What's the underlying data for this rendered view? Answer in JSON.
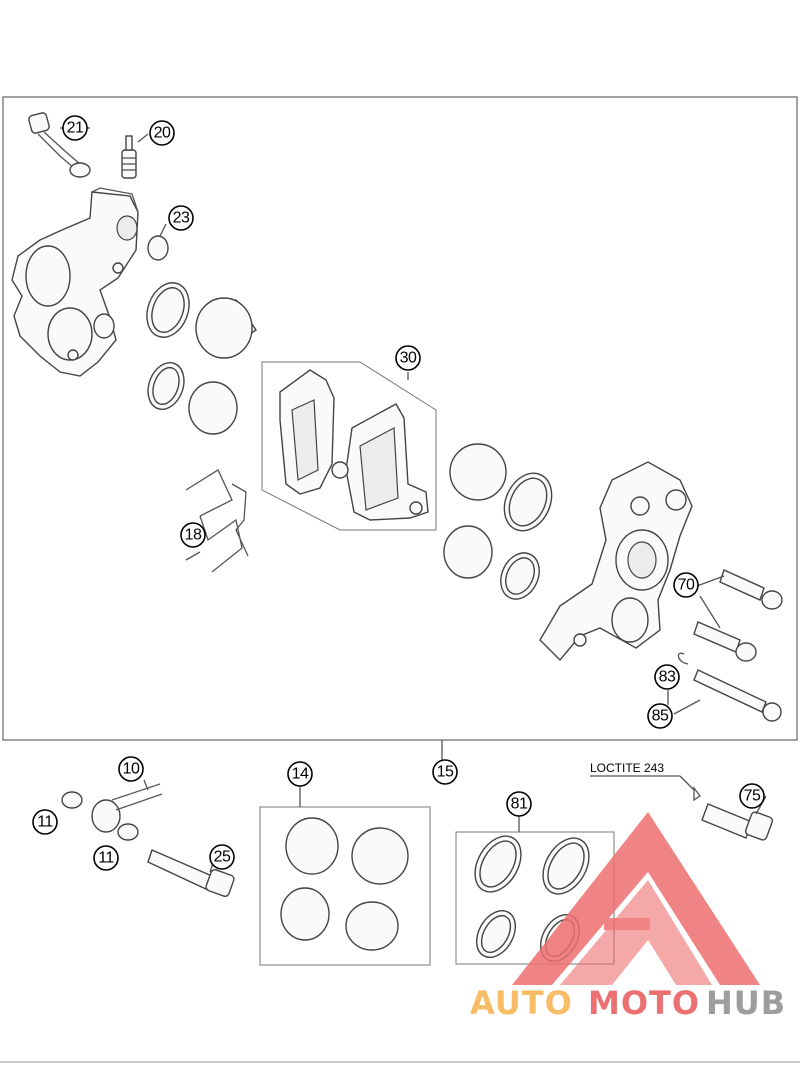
{
  "callouts": [
    "21",
    "20",
    "23",
    "30",
    "18",
    "70",
    "83",
    "85",
    "10",
    "11",
    "11",
    "25",
    "14",
    "81",
    "15",
    "75"
  ],
  "note": "LOCTITE 243",
  "watermark": {
    "part1": "AUTO",
    "part2": "MOTO",
    "part3": "HUB",
    "colors": {
      "auto": "#f5b14c",
      "moto": "#e8585a",
      "hub": "#8c8c8c",
      "triangle": "#ee6e6e"
    }
  }
}
